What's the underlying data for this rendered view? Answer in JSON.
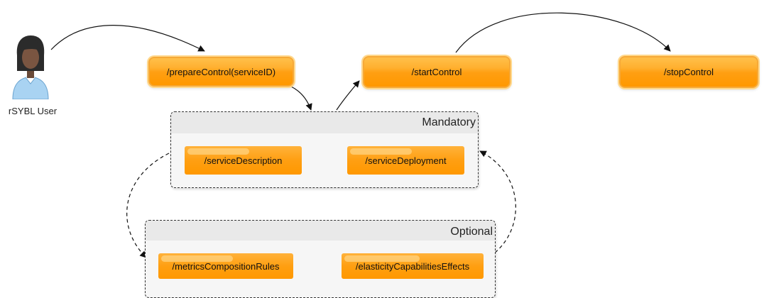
{
  "actor": {
    "label": "rSYBL User",
    "icon": "user-icon"
  },
  "endpoints": {
    "prepare": "/prepareControl(serviceID)",
    "start": "/startControl",
    "stop": "/stopControl"
  },
  "groups": {
    "mandatory": {
      "title": "Mandatory",
      "items": [
        "/serviceDescription",
        "/serviceDeployment"
      ]
    },
    "optional": {
      "title": "Optional",
      "items": [
        "/metricsCompositionRules",
        "/elasticityCapabilitiesEffects"
      ]
    }
  },
  "colors": {
    "endpoint_fill": "#ff9f12",
    "group_fill": "#f6f6f6",
    "edge": "#111111"
  }
}
